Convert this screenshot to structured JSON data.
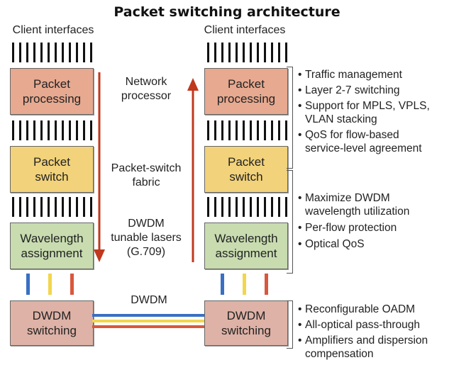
{
  "title": "Packet switching architecture",
  "left_header": "Client interfaces",
  "right_header": "Client interfaces",
  "left_stack": {
    "packet_processing": [
      "Packet",
      "processing"
    ],
    "packet_switch": [
      "Packet",
      "switch"
    ],
    "wavelength": [
      "Wavelength",
      "assignment"
    ],
    "dwdm": [
      "DWDM",
      "switching"
    ]
  },
  "right_stack": {
    "packet_processing": [
      "Packet",
      "processing"
    ],
    "packet_switch": [
      "Packet",
      "switch"
    ],
    "wavelength": [
      "Wavelength",
      "assignment"
    ],
    "dwdm": [
      "DWDM",
      "switching"
    ]
  },
  "middle_labels": {
    "network_processor": [
      "Network",
      "processor"
    ],
    "switch_fabric": [
      "Packet-switch",
      "fabric"
    ],
    "lasers": [
      "DWDM",
      "tunable lasers",
      "(G.709)"
    ],
    "dwdm_link": "DWDM"
  },
  "features": {
    "group1": [
      [
        "Traffic management"
      ],
      [
        "Layer 2-7 switching"
      ],
      [
        "Support for MPLS, VPLS,",
        "VLAN stacking"
      ],
      [
        "QoS for flow-based",
        "service-level agreement"
      ]
    ],
    "group2": [
      [
        "Maximize DWDM",
        "wavelength utilization"
      ],
      [
        "Per-flow protection"
      ],
      [
        "Optical QoS"
      ]
    ],
    "group3": [
      [
        "Reconfigurable OADM"
      ],
      [
        "All-optical pass-through"
      ],
      [
        "Amplifiers and dispersion",
        "compensation"
      ]
    ]
  },
  "colors": {
    "packet_processing": "#e7a990",
    "packet_switch": "#f2d27a",
    "wavelength": "#c8dcb0",
    "dwdm": "#deb2a6",
    "arrow": "#c0381e",
    "fiber_blue": "#3a6fc4",
    "fiber_yellow": "#f2d64c",
    "fiber_red": "#d9573c"
  }
}
